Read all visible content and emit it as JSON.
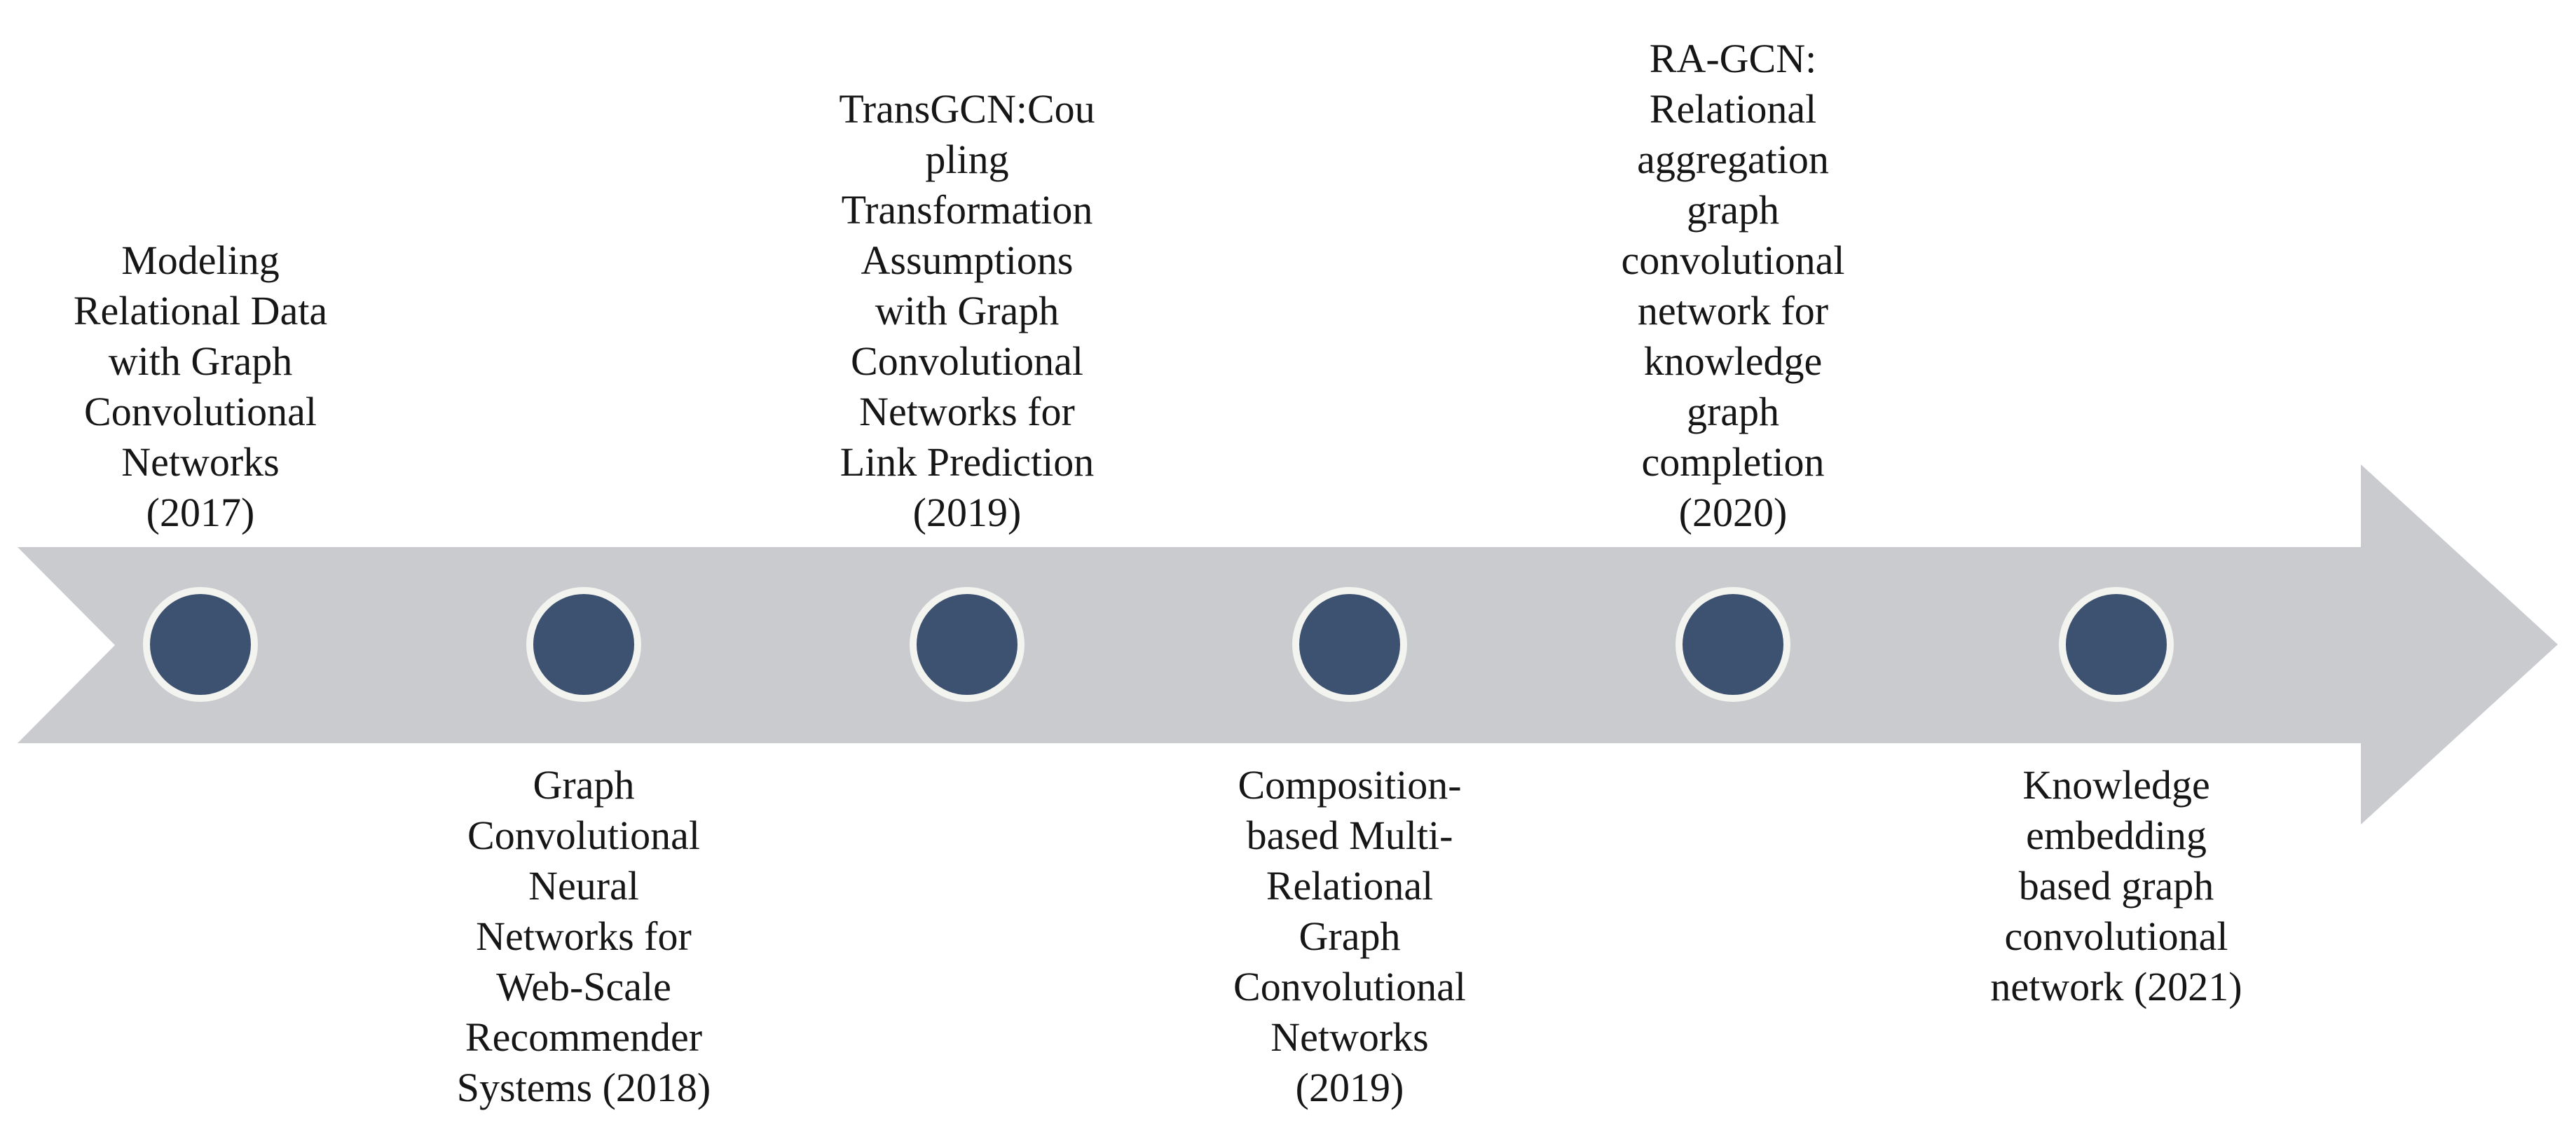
{
  "diagram": {
    "kind": "timeline",
    "direction": "left-to-right",
    "colors": {
      "arrow": "#c9cbce",
      "dot": "#3d5270",
      "dot_ring": "#f3f3f0",
      "text": "#161616",
      "background": "#ffffff"
    },
    "events": [
      {
        "year": "2017",
        "label_position": "above",
        "title": "Modeling Relational Data with Graph Convolutional Networks (2017)",
        "display_lines": "Modeling\nRelational Data\nwith Graph\nConvolutional\nNetworks\n(2017)"
      },
      {
        "year": "2018",
        "label_position": "below",
        "title": "Graph Convolutional Neural Networks for Web-Scale Recommender Systems (2018)",
        "display_lines": "Graph\nConvolutional\nNeural\nNetworks for\nWeb-Scale\nRecommender\nSystems (2018)"
      },
      {
        "year": "2019",
        "label_position": "above",
        "title": "TransGCN:Coupling Transformation Assumptions with Graph Convolutional Networks for Link Prediction (2019)",
        "display_lines": "TransGCN:Cou\npling\nTransformation\nAssumptions\nwith Graph\nConvolutional\nNetworks for\nLink Prediction\n(2019)"
      },
      {
        "year": "2019",
        "label_position": "below",
        "title": "Composition-based Multi-Relational Graph Convolutional Networks (2019)",
        "display_lines": "Composition-\nbased Multi-\nRelational\nGraph\nConvolutional\nNetworks\n(2019)"
      },
      {
        "year": "2020",
        "label_position": "above",
        "title": "RA-GCN: Relational aggregation graph convolutional network for knowledge graph completion (2020)",
        "display_lines": "RA-GCN:\nRelational\naggregation\ngraph\nconvolutional\nnetwork for\nknowledge\ngraph\ncompletion\n(2020)"
      },
      {
        "year": "2021",
        "label_position": "below",
        "title": "Knowledge embedding based graph convolutional network (2021)",
        "display_lines": "Knowledge\nembedding\nbased graph\nconvolutional\nnetwork (2021)"
      }
    ]
  }
}
